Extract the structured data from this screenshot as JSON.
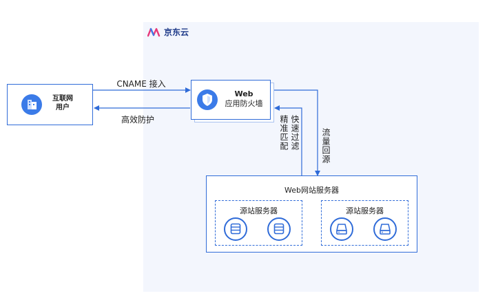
{
  "brand": {
    "name": "京东云"
  },
  "nodes": {
    "user": {
      "line1": "互联网",
      "line2": "用户"
    },
    "waf": {
      "line1": "Web",
      "line2": "应用防火墙"
    },
    "web_servers": {
      "title": "Web网站服务器"
    },
    "origin_group_1": {
      "title": "源站服务器"
    },
    "origin_group_2": {
      "title": "源站服务器"
    }
  },
  "edges": {
    "cname": "CNAME 接入",
    "protect": "高效防护",
    "precise": "精准匹配",
    "fast_filter": "快速过滤",
    "backflow": "流量回源"
  },
  "colors": {
    "accent": "#2f6bd8",
    "panel": "#f3f6fd"
  }
}
